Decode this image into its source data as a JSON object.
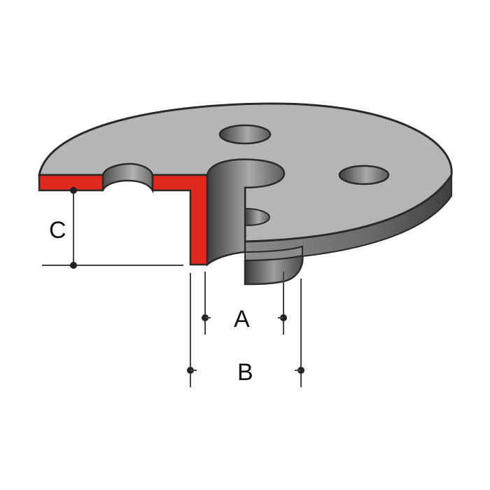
{
  "diagram": {
    "subject": "Round base plate with guide collar (cross-section)",
    "labels": {
      "a": "A",
      "b": "B",
      "c": "C"
    },
    "colors": {
      "background": "#ffffff",
      "plate_top": "#b4b5b4",
      "plate_edge": "#6e6f6e",
      "section_cut": "#e0281c",
      "outline": "#2a2a2a",
      "dimension_line": "#444444"
    }
  }
}
